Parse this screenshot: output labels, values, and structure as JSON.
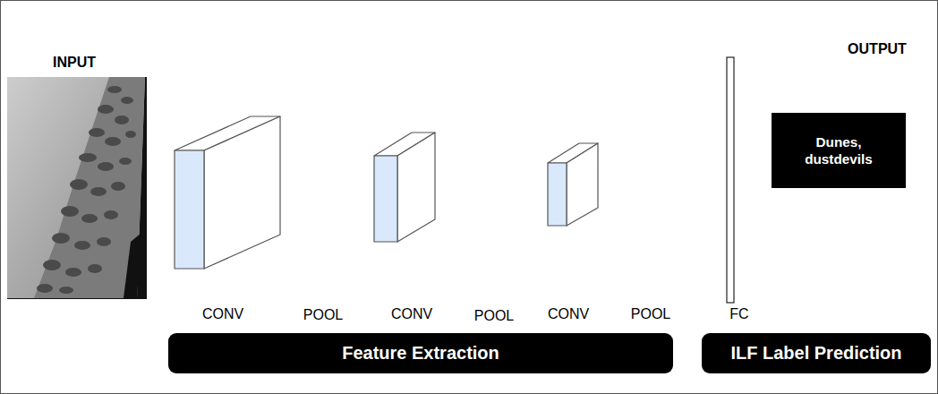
{
  "diagram": {
    "nodes": [
      {
        "text": [
          "Dunes, dustdevils"
        ]
      },
      {
        "text": [
          "Feature Extraction"
        ]
      },
      {
        "text": [
          "ILF Label Prediction"
        ]
      }
    ],
    "labels": [
      "INPUT",
      "OUTPUT",
      "CONV",
      "POOL",
      "CONV",
      "POOL",
      "CONV",
      "POOL",
      "FC"
    ]
  }
}
